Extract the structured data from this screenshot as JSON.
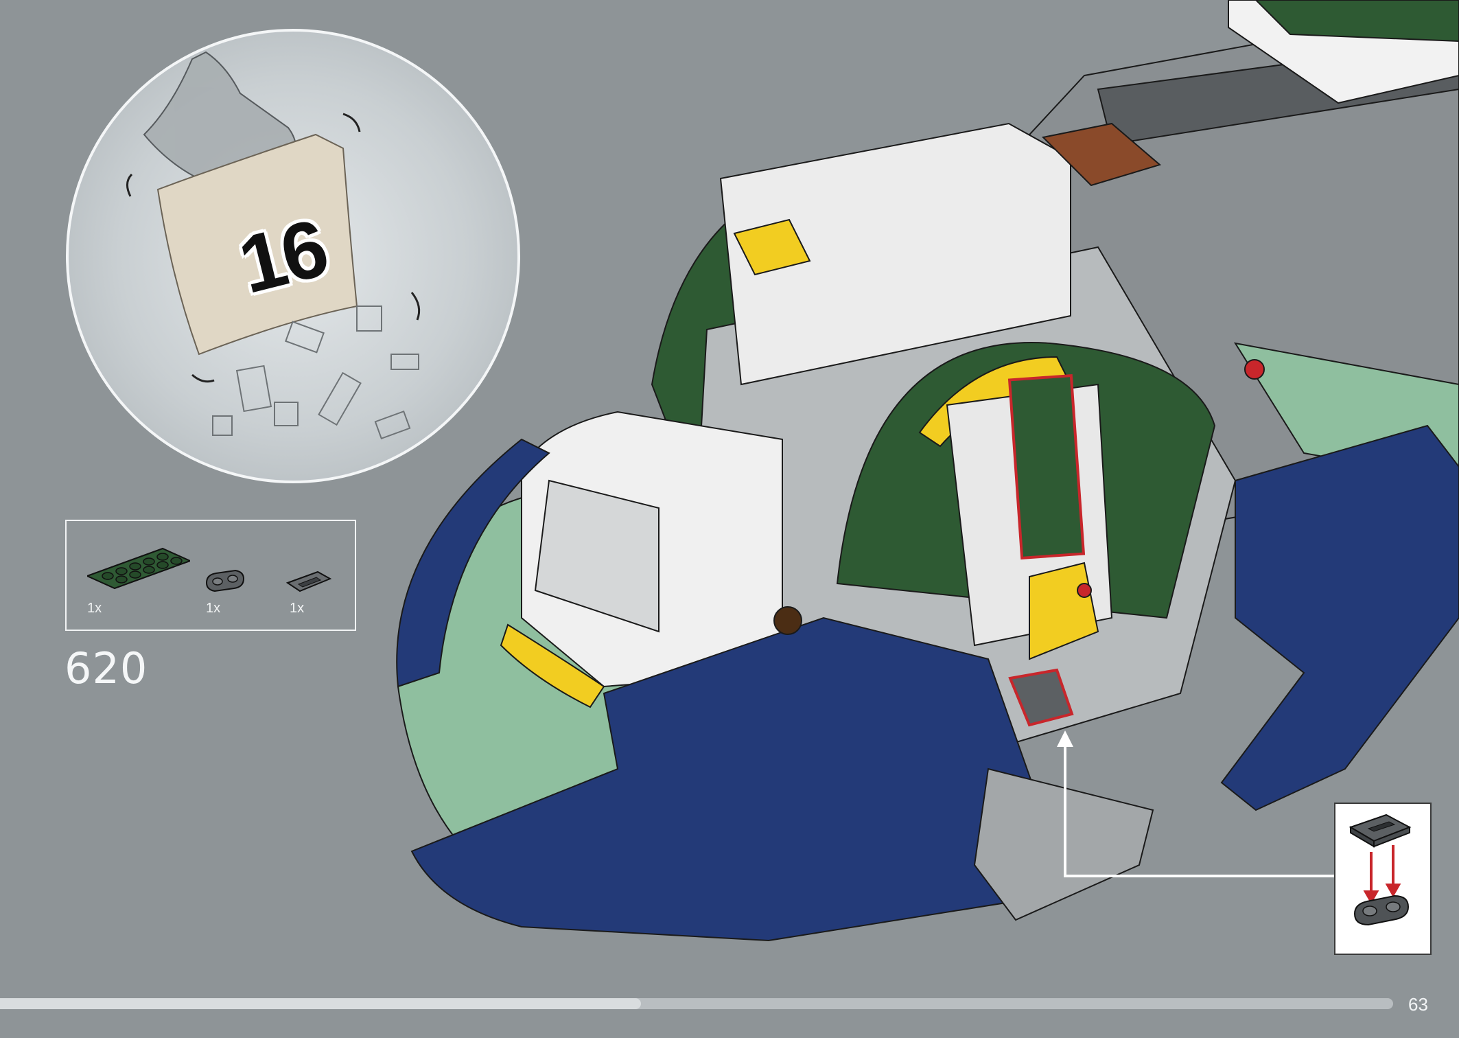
{
  "bag": {
    "number": "16"
  },
  "parts_list": {
    "items": [
      {
        "qty": "1x",
        "part": "green-2x6-plate",
        "color": "#2f5a34"
      },
      {
        "qty": "1x",
        "part": "dark-gray-1x2-plate-rounded",
        "color": "#5c6063"
      },
      {
        "qty": "1x",
        "part": "dark-gray-1x2-tile-grille",
        "color": "#6a6e71"
      }
    ]
  },
  "step": {
    "number": "620"
  },
  "footer": {
    "page_number": "63",
    "progress": 0.46
  },
  "colors": {
    "background": "#8e9497",
    "highlight": "#c8262b",
    "model_navy": "#233a78",
    "model_sand_green": "#8fbf9f",
    "model_dark_green": "#2e5a33",
    "model_yellow": "#f2cd21",
    "model_light_gray": "#c9cccd",
    "model_dark_gray": "#5a5e61"
  }
}
